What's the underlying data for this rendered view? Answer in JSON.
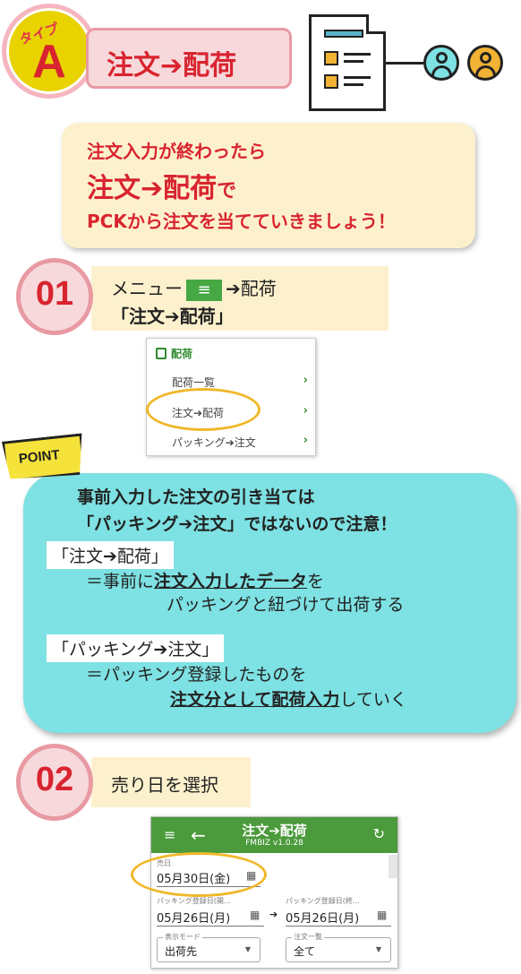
{
  "header": {
    "type_label": "タイプ",
    "type_letter": "A",
    "title": "注文➔配荷"
  },
  "intro": {
    "line1": "注文入力が終わったら",
    "line2_main": "注文➔配荷",
    "line2_suffix": "で",
    "line3": "PCKから注文を当てていきましょう！"
  },
  "step1": {
    "number": "01",
    "prefix": "メニュー",
    "menu_icon": "≡",
    "suffix": "➔配荷",
    "line2": "「注文➔配荷」"
  },
  "menu_shot": {
    "header": "配荷",
    "items": [
      {
        "label": "配荷一覧",
        "arrow": "›"
      },
      {
        "label": "注文➔配荷",
        "arrow": "›"
      },
      {
        "label": "パッキング➔注文",
        "arrow": "›"
      }
    ]
  },
  "point": {
    "tag": "POINT",
    "heading1": "事前入力した注文の引き当ては",
    "heading2": "「パッキング➔注文」ではないので注意！",
    "block1": {
      "label": "「注文➔配荷」",
      "desc_prefix": "＝事前に",
      "desc_underline": "注文入力したデータ",
      "desc_suffix": "を",
      "desc_line2": "パッキングと紐づけて出荷する"
    },
    "block2": {
      "label": "「パッキング➔注文」",
      "desc_line1": "＝パッキング登録したものを",
      "desc_underline": "注文分として配荷入力",
      "desc_suffix": "していく"
    }
  },
  "step2": {
    "number": "02",
    "text": "売り日を選択"
  },
  "app": {
    "title": "注文➔配荷",
    "version": "FMBIZ v1.0.28",
    "menu_icon": "≡",
    "back_icon": "←",
    "refresh_icon": "↻",
    "sale_date_label": "売日",
    "sale_date_value": "05月30日(金)",
    "packing_start_label": "パッキング登録日(開…",
    "packing_start_value": "05月26日(月)",
    "range_arrow": "➔",
    "packing_end_label": "パッキング登録日(終…",
    "packing_end_value": "05月26日(月)",
    "display_mode_label": "表示モード",
    "display_mode_value": "出荷先",
    "order_list_label": "注文一覧",
    "order_list_value": "全て",
    "calendar_icon": "▦",
    "dropdown_icon": "▼"
  }
}
